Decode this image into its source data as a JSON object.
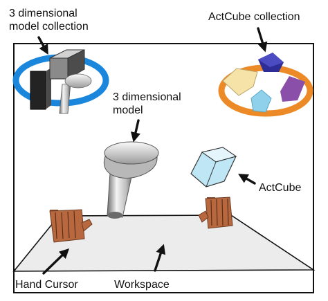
{
  "labels": {
    "model_collection": [
      "3 dimensional",
      "model collection"
    ],
    "actcube_collection": "ActCube collection",
    "model": [
      "3 dimensional",
      "model"
    ],
    "actcube": "ActCube",
    "hand_cursor": "Hand Cursor",
    "workspace": "Workspace"
  },
  "colors": {
    "frame": "#111111",
    "model_ring": "#1a87dc",
    "actcube_ring": "#ec8a27",
    "floor": "#ececec",
    "hand": "#b8683f",
    "actcube": "#bfe6f5",
    "cube_navy": "#2e2d96",
    "cube_purple": "#8a4fa8",
    "cube_cream": "#f6e3a8"
  },
  "icons": [
    "model-collection-icon",
    "actcube-collection-icon",
    "model-icon",
    "actcube-icon",
    "hand-cursor-icon"
  ]
}
